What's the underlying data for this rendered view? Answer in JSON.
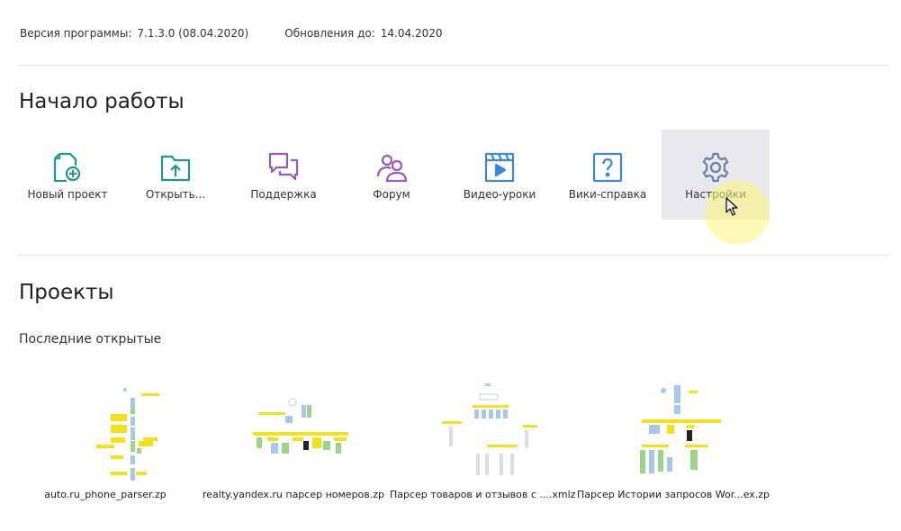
{
  "version": {
    "program_label": "Версия программы:",
    "program_value": "7.1.3.0 (08.04.2020)",
    "updates_label": "Обновления до:",
    "updates_value": "14.04.2020"
  },
  "start": {
    "title": "Начало работы",
    "actions": [
      {
        "label": "Новый проект",
        "icon": "new-file-icon",
        "color": "#1b9a86"
      },
      {
        "label": "Открыть...",
        "icon": "open-folder-icon",
        "color": "#1b9a86"
      },
      {
        "label": "Поддержка",
        "icon": "chat-icon",
        "color": "#9b59b6"
      },
      {
        "label": "Форум",
        "icon": "users-icon",
        "color": "#9b59b6"
      },
      {
        "label": "Видео-уроки",
        "icon": "video-icon",
        "color": "#3c87d6"
      },
      {
        "label": "Вики-справка",
        "icon": "help-icon",
        "color": "#3c87d6"
      },
      {
        "label": "Настройки",
        "icon": "gear-icon",
        "color": "#6a7ea6"
      }
    ]
  },
  "projects": {
    "title": "Проекты",
    "recent_label": "Последние открытые",
    "items": [
      {
        "name": "auto.ru_phone_parser.zp"
      },
      {
        "name": "realty.yandex.ru парсер номеров.zp"
      },
      {
        "name": "Парсер товаров и отзывов с ....xmlz"
      },
      {
        "name": "Парсер Истории запросов Wor...ex.zp"
      }
    ]
  },
  "colors": {
    "teal": "#1b9a86",
    "purple": "#9b59b6",
    "blue": "#3c87d6",
    "gray_blue": "#6a7ea6",
    "hover_bg": "#e8e9ec",
    "thumb_yellow": "#f3e21a",
    "thumb_green": "#9ed38a",
    "thumb_blue": "#a9c6ec"
  }
}
